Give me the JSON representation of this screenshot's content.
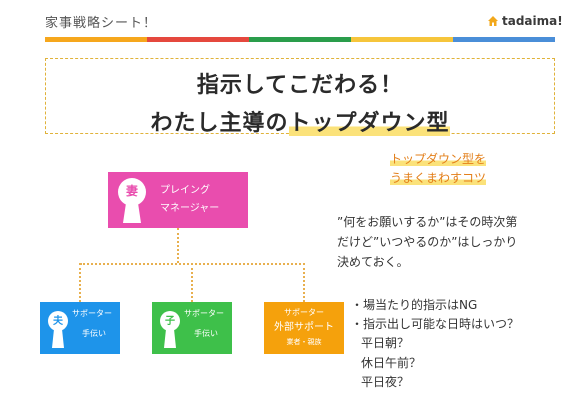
{
  "header": {
    "sheet_title": "家事戦略シート！",
    "brand": "tadaima!",
    "stripe_colors": [
      "#f6a71d",
      "#e5483e",
      "#2a9d4b",
      "#f6c53b",
      "#4a8ed8"
    ]
  },
  "title": {
    "line1": "指示してこだわる！",
    "line2_plain": "わたし主導の",
    "line2_highlight": "トップダウン型"
  },
  "tips": {
    "line1": "トップダウン型を",
    "line2": "うまくまわすコツ"
  },
  "diagram": {
    "wife": {
      "badge": "妻",
      "label1": "プレイング",
      "label2": "マネージャー",
      "color": "#e94dae"
    },
    "husband": {
      "badge": "夫",
      "label1": "サポーター",
      "label2": "手伝い",
      "color": "#1e94ea"
    },
    "child": {
      "badge": "子",
      "label1": "サポーター",
      "label2": "手伝い",
      "color": "#3ec04a"
    },
    "support": {
      "label1": "サポーター",
      "label2": "外部サポート",
      "label3": "業者・親族",
      "color": "#f5a10c"
    }
  },
  "body": {
    "line1": "”何をお願いするか”はその時次第",
    "line2": "だけど”いつやるのか”はしっかり",
    "line3": "決めておく。"
  },
  "bullets": {
    "item1": "・場当たり的指示はNG",
    "item2": "・指示出し可能な日時はいつ？",
    "sub1": "平日朝？",
    "sub2": "休日午前？",
    "sub3": "平日夜？"
  }
}
